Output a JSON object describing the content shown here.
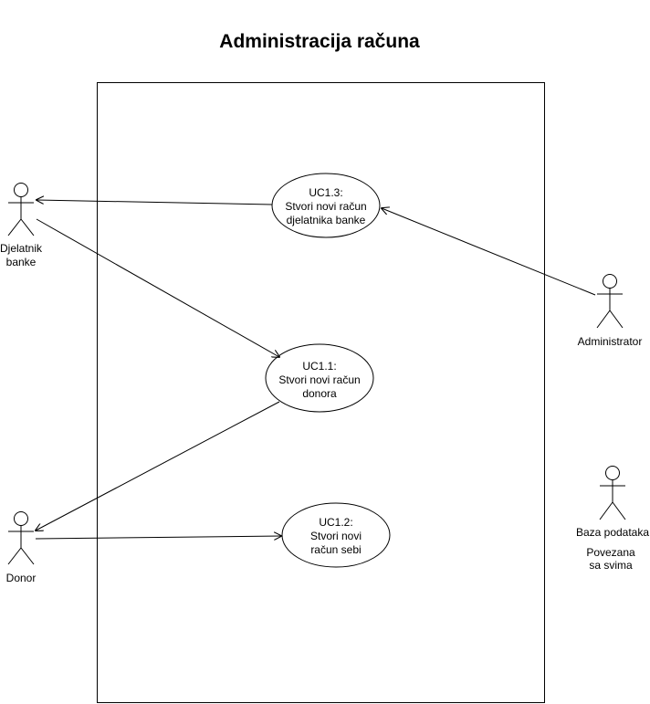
{
  "title": "Administracija računa",
  "actors": {
    "djelatnik": {
      "line1": "Djelatnik",
      "line2": "banke"
    },
    "donor": {
      "line1": "Donor"
    },
    "administrator": {
      "line1": "Administrator"
    },
    "baza": {
      "line1": "Baza podataka",
      "note1": "Povezana",
      "note2": "sa svima"
    }
  },
  "use_cases": {
    "uc13": {
      "id": "UC1.3:",
      "line1": "Stvori novi račun",
      "line2": "djelatnika banke"
    },
    "uc11": {
      "id": "UC1.1:",
      "line1": "Stvori novi račun",
      "line2": "donora"
    },
    "uc12": {
      "id": "UC1.2:",
      "line1": "Stvori novi",
      "line2": "račun sebi"
    }
  },
  "colors": {
    "stroke": "#000000",
    "background": "#ffffff"
  }
}
